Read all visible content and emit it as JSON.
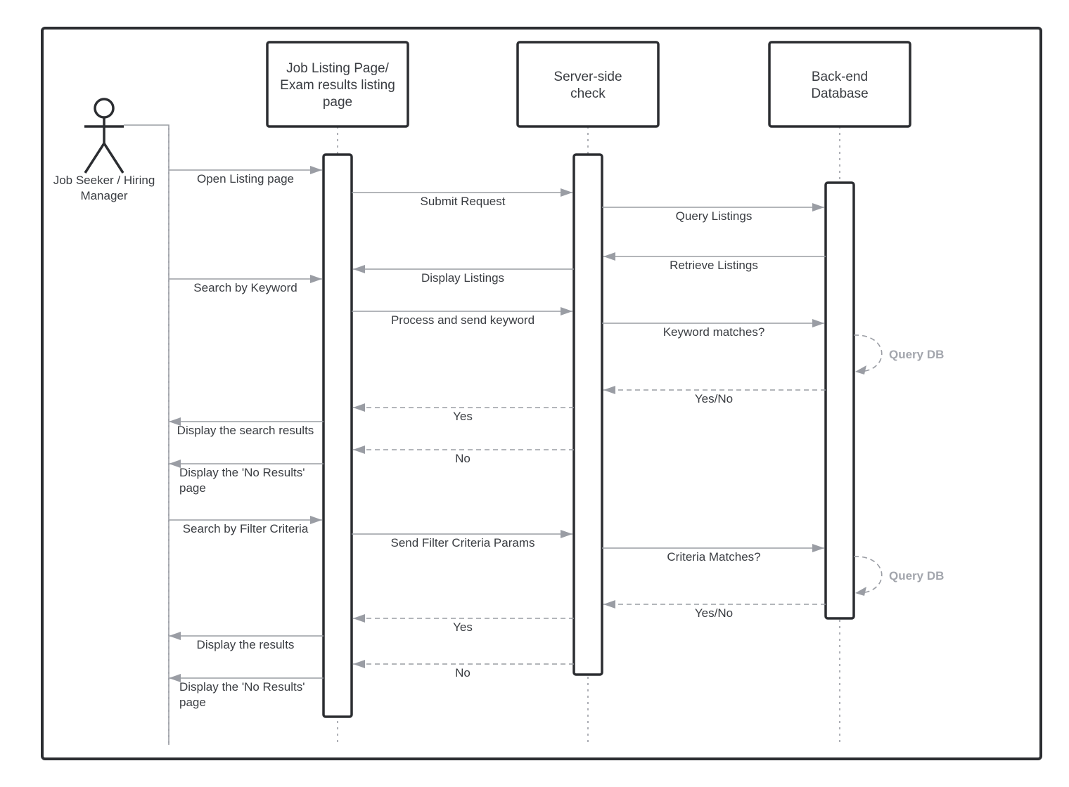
{
  "actor": {
    "label_lines": [
      "Job Seeker / Hiring",
      "Manager"
    ]
  },
  "participants": [
    {
      "id": "listing",
      "label_lines": [
        "Job Listing Page/",
        "Exam results listing",
        "page"
      ]
    },
    {
      "id": "server",
      "label_lines": [
        "Server-side",
        "check"
      ]
    },
    {
      "id": "db",
      "label_lines": [
        "Back-end",
        "Database"
      ]
    }
  ],
  "messages": [
    {
      "from": "actor",
      "to": "listing",
      "style": "solid",
      "label_lines": [
        "Open Listing page"
      ]
    },
    {
      "from": "listing",
      "to": "server",
      "style": "solid",
      "label_lines": [
        "Submit Request"
      ]
    },
    {
      "from": "server",
      "to": "db",
      "style": "solid",
      "label_lines": [
        "Query Listings"
      ]
    },
    {
      "from": "db",
      "to": "server",
      "style": "solid",
      "label_lines": [
        "Retrieve Listings"
      ]
    },
    {
      "from": "server",
      "to": "listing",
      "style": "solid",
      "label_lines": [
        "Display Listings"
      ]
    },
    {
      "from": "actor",
      "to": "listing",
      "style": "solid",
      "label_lines": [
        "Search by Keyword"
      ]
    },
    {
      "from": "listing",
      "to": "server",
      "style": "solid",
      "label_lines": [
        "Process and send keyword"
      ]
    },
    {
      "from": "server",
      "to": "db",
      "style": "solid",
      "label_lines": [
        "Keyword matches?"
      ]
    },
    {
      "from": "db",
      "to": "db",
      "style": "self",
      "label_lines": [
        "Query DB"
      ]
    },
    {
      "from": "db",
      "to": "server",
      "style": "dashed",
      "label_lines": [
        "Yes/No"
      ]
    },
    {
      "from": "server",
      "to": "listing",
      "style": "dashed",
      "label_lines": [
        "Yes"
      ]
    },
    {
      "from": "listing",
      "to": "actor",
      "style": "solid",
      "label_lines": [
        "Display the search results"
      ]
    },
    {
      "from": "server",
      "to": "listing",
      "style": "dashed",
      "label_lines": [
        "No"
      ]
    },
    {
      "from": "listing",
      "to": "actor",
      "style": "solid",
      "label_lines": [
        "Display the 'No Results'",
        "page"
      ]
    },
    {
      "from": "actor",
      "to": "listing",
      "style": "solid",
      "label_lines": [
        "Search by Filter Criteria"
      ]
    },
    {
      "from": "listing",
      "to": "server",
      "style": "solid",
      "label_lines": [
        "Send Filter Criteria Params"
      ]
    },
    {
      "from": "server",
      "to": "db",
      "style": "solid",
      "label_lines": [
        "Criteria Matches?"
      ]
    },
    {
      "from": "db",
      "to": "db",
      "style": "self",
      "label_lines": [
        "Query DB"
      ]
    },
    {
      "from": "db",
      "to": "server",
      "style": "dashed",
      "label_lines": [
        "Yes/No"
      ]
    },
    {
      "from": "server",
      "to": "listing",
      "style": "dashed",
      "label_lines": [
        "Yes"
      ]
    },
    {
      "from": "listing",
      "to": "actor",
      "style": "solid",
      "label_lines": [
        "Display the results"
      ]
    },
    {
      "from": "server",
      "to": "listing",
      "style": "dashed",
      "label_lines": [
        "No"
      ]
    },
    {
      "from": "listing",
      "to": "actor",
      "style": "solid",
      "label_lines": [
        "Display the 'No Results'",
        "page"
      ]
    }
  ],
  "colors": {
    "outline": "#2b2d31",
    "message_line": "#9a9da4",
    "text": "#3a3d42",
    "self_call_text": "#a3a6ad"
  }
}
